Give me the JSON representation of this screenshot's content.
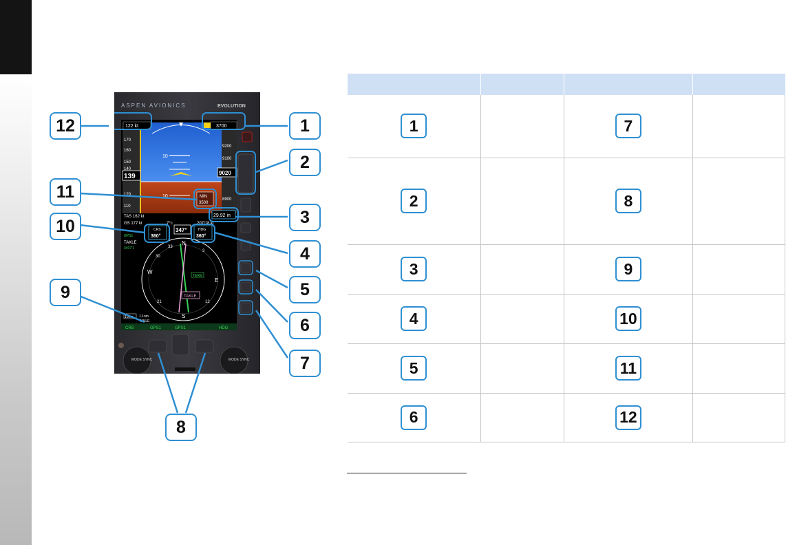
{
  "callouts": {
    "c1": "1",
    "c2": "2",
    "c3": "3",
    "c4": "4",
    "c5": "5",
    "c6": "6",
    "c7": "7",
    "c8": "8",
    "c9": "9",
    "c10": "10",
    "c11": "11",
    "c12": "12"
  },
  "device": {
    "brand": "ASPEN AVIONICS",
    "model": "EVOLUTION",
    "airspeed_box": "122 kt",
    "altitude_box": "3700",
    "speed_ticks": [
      "170",
      "160",
      "150",
      "140",
      "120",
      "110"
    ],
    "speed_value": "139",
    "alt_ticks_upper": [
      "9200",
      "9100",
      "8900"
    ],
    "alt_value": "9020",
    "pitch_upper": "10",
    "pitch_lower": "10",
    "minimums_label": "MIN",
    "minimums_value": "3500",
    "tas": "TAS 162 kt",
    "gs": "GS 177 kt",
    "oat": "7°c",
    "wind": "207/18 kt",
    "baro": "29.92 in",
    "crs_label": "CRS",
    "crs_value": "360°",
    "heading_value": "347°",
    "hdg_label": "HDG",
    "hdg_value": "360°",
    "nav_src": "GPS1",
    "waypoint": "TAKLE",
    "waypoint_dist": "3407'1",
    "range": "10nm",
    "wp_dist2": "1.1nm",
    "wp_name2": "TAKLE",
    "term_label": "TERM",
    "compass_labels": [
      "N",
      "3",
      "E",
      "12",
      "S",
      "21",
      "W",
      "30",
      "33"
    ],
    "softkeys": [
      "CRS",
      "GPS1",
      "GPS1",
      "HDG"
    ],
    "knob_left": "MODE SYNC",
    "knob_right": "MODE SYNC"
  }
}
